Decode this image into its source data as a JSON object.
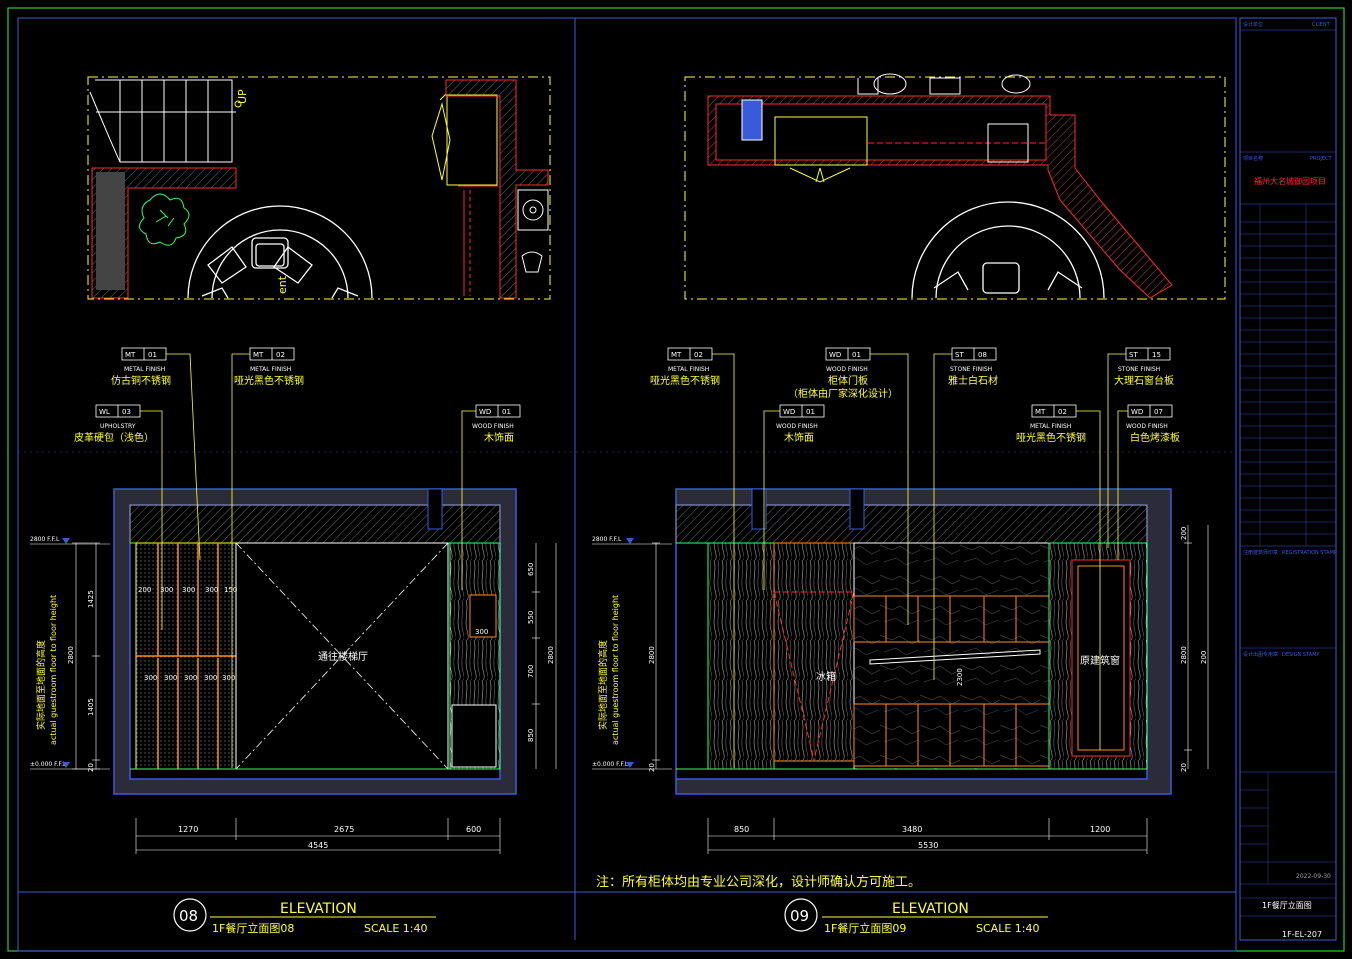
{
  "colors": {
    "bg": "#000000",
    "frame": "#2ecc2e",
    "blue": "#3a5bd9",
    "yellow": "#ffff33",
    "white": "#ffffff",
    "cyan": "#00e5ff",
    "red": "#ff2a2a",
    "orange": "#ff8c1a",
    "green": "#33ff66",
    "gray": "#9aa4b0"
  },
  "plan_left": {
    "up_label": "UP",
    "table_text": "ent"
  },
  "elev08": {
    "tags": [
      {
        "code": "MT",
        "num": "01",
        "cat": "METAL FINISH",
        "name": "仿古铜不锈钢"
      },
      {
        "code": "MT",
        "num": "02",
        "cat": "METAL FINISH",
        "name": "哑光黑色不锈钢"
      },
      {
        "code": "WL",
        "num": "03",
        "cat": "UPHOLSTRY",
        "name": "皮革硬包（浅色）"
      },
      {
        "code": "WD",
        "num": "01",
        "cat": "WOOD FINISH",
        "name": "木饰面"
      }
    ],
    "level_top": "2800 F.F.L",
    "level_bottom": "±0.000 F.F.L",
    "side_label_cn": "实际地面至地面的高度",
    "side_label_en": "actual guestroom floor to floor height",
    "left_dims": [
      "1425",
      "2800",
      "1405",
      "20"
    ],
    "right_dims": [
      "650",
      "550",
      "700",
      "850",
      "2800"
    ],
    "panel_dims_top": [
      "200",
      "300",
      "300",
      "300",
      "150"
    ],
    "panel_dims_bottom": [
      "300",
      "300",
      "300",
      "300",
      "300"
    ],
    "cabinet_dim": "300",
    "opening_label": "通往楼梯厅",
    "bottom_dims": [
      "1270",
      "2675",
      "600"
    ],
    "total_dim": "4545",
    "number": "08",
    "heading": "ELEVATION",
    "subtitle": "1F餐厅立面图08",
    "scale": "SCALE 1:40"
  },
  "elev09": {
    "tags": [
      {
        "code": "MT",
        "num": "02",
        "cat": "METAL FINISH",
        "name": "哑光黑色不锈钢"
      },
      {
        "code": "WD",
        "num": "01",
        "cat": "WOOD FINISH",
        "name": "柜体门板",
        "note": "（柜体由厂家深化设计）"
      },
      {
        "code": "ST",
        "num": "08",
        "cat": "STONE FINISH",
        "name": "雅士白石材"
      },
      {
        "code": "ST",
        "num": "15",
        "cat": "STONE FINISH",
        "name": "大理石窗台板"
      },
      {
        "code": "WD",
        "num": "01",
        "cat": "WOOD FINISH",
        "name": "木饰面"
      },
      {
        "code": "MT",
        "num": "02",
        "cat": "METAL FINISH",
        "name": "哑光黑色不锈钢"
      },
      {
        "code": "WD",
        "num": "07",
        "cat": "WOOD FINISH",
        "name": "白色烤漆板"
      }
    ],
    "level_top": "2800 F.F.L",
    "level_bottom": "±0.000 F.F.L",
    "side_label_cn": "实际地面至地面的高度",
    "side_label_en": "actual guestroom floor to floor height",
    "left_dims": [
      "2800",
      "20"
    ],
    "right_dims": [
      "200",
      "2800",
      "200",
      "20"
    ],
    "fridge_label": "冰箱",
    "window_label": "原建筑窗",
    "mid_dim": "2300",
    "bottom_dims": [
      "850",
      "3480",
      "1200"
    ],
    "total_dim": "5530",
    "number": "09",
    "heading": "ELEVATION",
    "subtitle": "1F餐厅立面图09",
    "scale": "SCALE 1:40"
  },
  "note": "注：所有柜体均由专业公司深化，设计师确认方可施工。",
  "title_block": {
    "client_cn": "设计单位",
    "client_en": "CLIENT",
    "project_cn": "项目名称",
    "project_en": "PROJECT",
    "project_name": "福州大名城御园项目",
    "registration_cn": "注册建筑师印章",
    "registration_en": "REGISTRATION STAMP",
    "design_cn": "设计出图专用章",
    "design_en": "DESIGN STAMP",
    "date": "2022-09-30",
    "drawing_name": "1F餐厅立面图",
    "drawing_no": "1F-EL-207"
  }
}
